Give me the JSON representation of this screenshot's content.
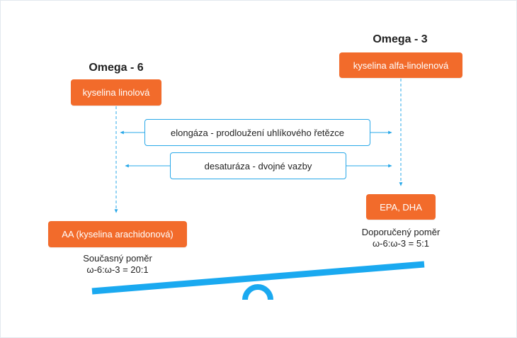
{
  "omega6": {
    "heading": "Omega - 6",
    "source": "kyselina linolová",
    "product": "AA (kyselina arachidonová)",
    "ratio_label": "Současný poměr",
    "ratio_value": "ω-6:ω-3 = 20:1"
  },
  "omega3": {
    "heading": "Omega - 3",
    "source": "kyselina alfa-linolenová",
    "product": "EPA, DHA",
    "ratio_label": "Doporučený poměr",
    "ratio_value": "ω-6:ω-3 = 5:1"
  },
  "processes": {
    "elongation": "elongáza - prodloužení uhlíkového řetězce",
    "desaturation": "desaturáza - dvojné vazby"
  },
  "colors": {
    "orange": "#f26b2b",
    "blue": "#29a8e8",
    "seesaw": "#1aa9f0"
  }
}
